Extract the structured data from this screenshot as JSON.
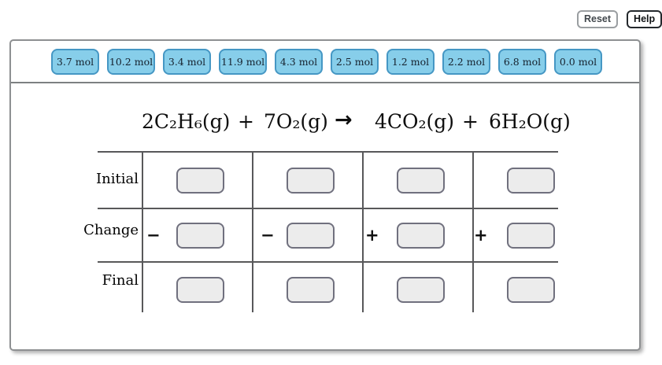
{
  "toolbar": {
    "reset": "Reset",
    "help": "Help"
  },
  "chip_bank": {
    "chips": [
      "3.7 mol",
      "10.2 mol",
      "3.4 mol",
      "11.9 mol",
      "4.3 mol",
      "2.5 mol",
      "1.2 mol",
      "2.2 mol",
      "6.8 mol",
      "0.0 mol"
    ]
  },
  "equation": {
    "reactant_1": "2C₂H₆(g)",
    "plus_1": "+",
    "reactant_2": "7O₂(g)",
    "arrow": "→",
    "product_1": "4CO₂(g)",
    "plus_2": "+",
    "product_2": "6H₂O(g)"
  },
  "ice_table": {
    "row_labels": [
      "Initial",
      "Change",
      "Final"
    ],
    "change_operators": [
      "−",
      "−",
      "+",
      "+"
    ]
  },
  "colors": {
    "chip_fill": "#87CEEA",
    "chip_border": "#4597C4",
    "slot_fill": "#ECECEC",
    "slot_border": "#70707E",
    "table_line": "#58585A"
  }
}
